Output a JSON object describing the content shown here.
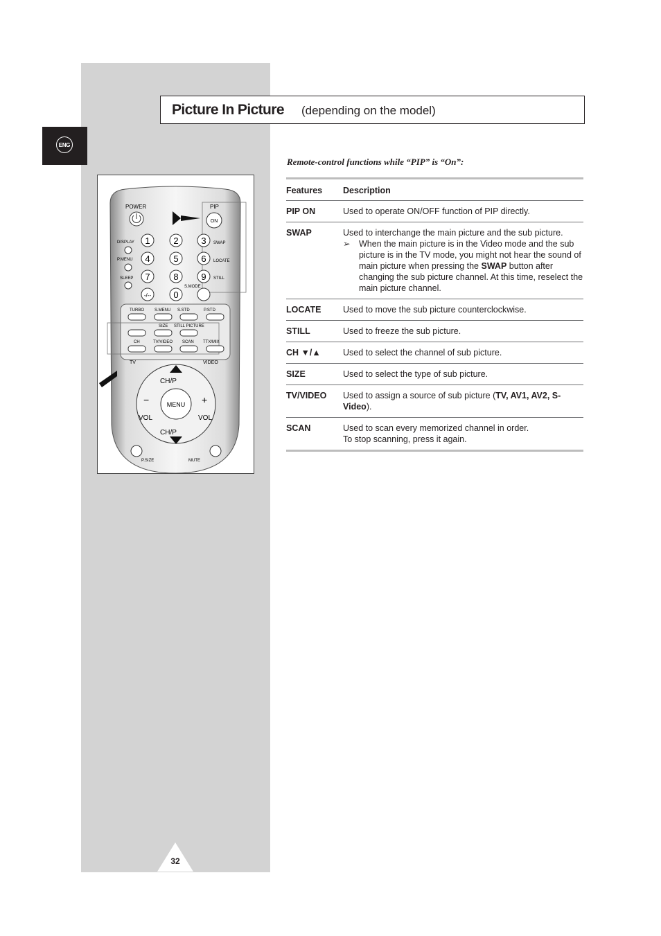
{
  "sidebar": {
    "lang_tab": "ENG"
  },
  "title": {
    "main": "Picture In Picture",
    "sub": "(depending on the model)"
  },
  "remote": {
    "labels": {
      "power": "POWER",
      "pip": "PIP",
      "on": "ON",
      "display": "DISPLAY",
      "pmenu": "P.MENU",
      "sleep": "SLEEP",
      "swap": "SWAP",
      "locate": "LOCATE",
      "still": "STILL",
      "n1": "1",
      "n2": "2",
      "n3": "3",
      "n4": "4",
      "n5": "5",
      "n6": "6",
      "n7": "7",
      "n8": "8",
      "n9": "9",
      "n0": "0",
      "dash": "-/--",
      "smode": "S.MODE",
      "turbo": "TURBO",
      "smenu": "S.MENU",
      "sstd": "S.STD",
      "pstd": "P.STD",
      "size": "SIZE",
      "still_picture": "STILL PICTURE",
      "ch": "CH",
      "tvvideo": "TV/VIDEO",
      "scan": "SCAN",
      "ttxmix": "TTX/MIX",
      "tv": "TV",
      "video": "VIDEO",
      "chp_top": "CH/P",
      "chp_bottom": "CH/P",
      "menu": "MENU",
      "vol_left": "VOL",
      "vol_right": "VOL",
      "minus": "−",
      "plus": "+",
      "psize": "P.SIZE",
      "mute": "MUTE"
    }
  },
  "content": {
    "subheading": "Remote-control functions while “PIP” is “On”:",
    "table": {
      "headers": [
        "Features",
        "Description"
      ],
      "rows": [
        {
          "feature": "PIP ON",
          "description": "Used to operate ON/OFF function of PIP directly."
        },
        {
          "feature": "SWAP",
          "description": "Used to interchange the main picture and the sub picture.",
          "note_arrow": "➢",
          "note_a": "When the main picture is in the Video mode and the sub picture is in the TV mode, you might not hear the sound of main picture when pressing the ",
          "note_bold": "SWAP",
          "note_b": " button after changing the sub picture channel. At this time, reselect the main picture channel."
        },
        {
          "feature": "LOCATE",
          "description": "Used to move the sub picture counterclockwise."
        },
        {
          "feature": "STILL",
          "description": "Used to freeze the sub picture."
        },
        {
          "feature": "CH ▼/▲",
          "description": "Used to select the channel of sub picture."
        },
        {
          "feature": "SIZE",
          "description": "Used to select the type of sub picture."
        },
        {
          "feature": "TV/VIDEO",
          "description_a": "Used to assign a source of sub picture (",
          "description_bold": "TV, AV1, AV2, S-Video",
          "description_b": ")."
        },
        {
          "feature": "SCAN",
          "description_line1": "Used to scan every memorized channel in order.",
          "description_line2": "To stop scanning, press it again."
        }
      ]
    }
  },
  "page": {
    "number": "32"
  }
}
